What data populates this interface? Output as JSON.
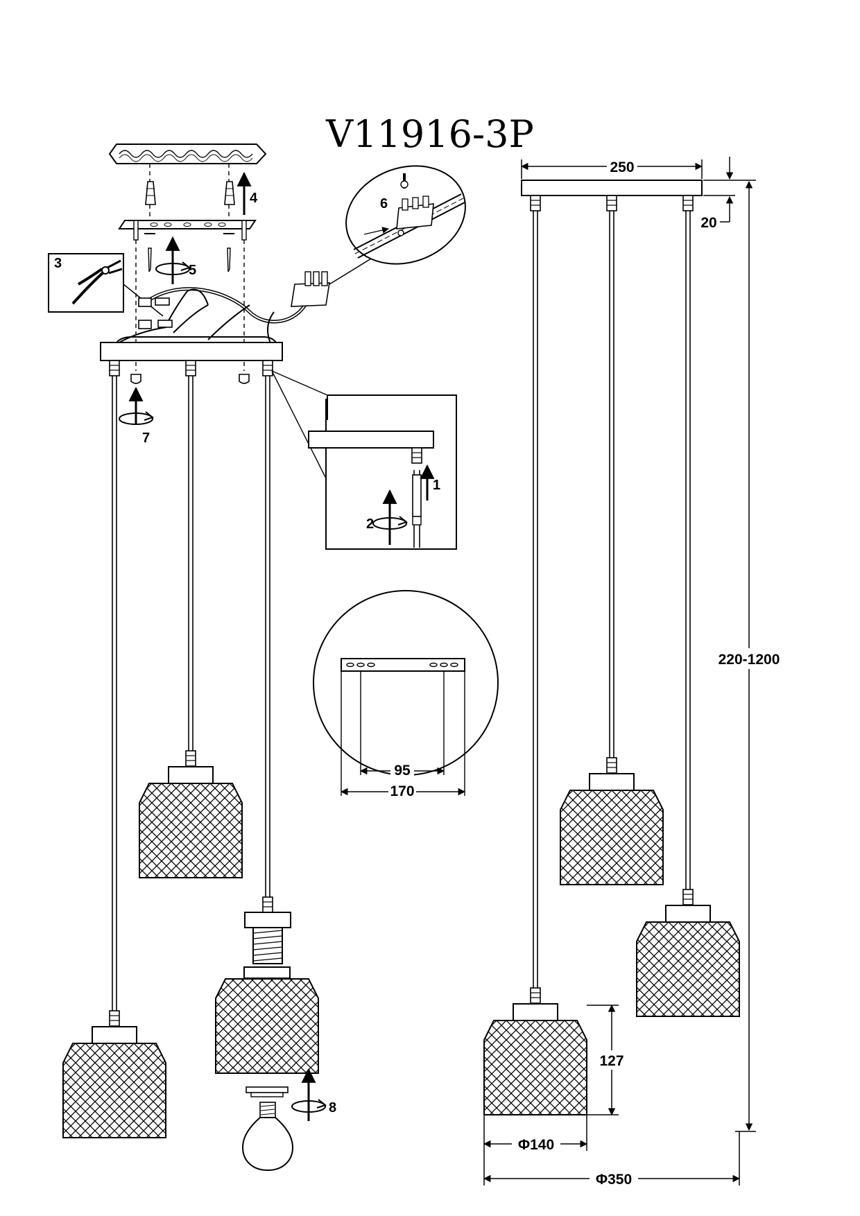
{
  "title": "V11916-3P",
  "steps": {
    "s1": "1",
    "s2": "2",
    "s3": "3",
    "s4": "4",
    "s5": "5",
    "s6": "6",
    "s7": "7",
    "s8": "8"
  },
  "dimensions": {
    "canopy_width": "250",
    "canopy_height": "20",
    "drop_range": "220-1200",
    "bracket_hole_spacing": "95",
    "bracket_length": "170",
    "shade_height": "127",
    "shade_diameter": "Φ140",
    "overall_diameter": "Φ350"
  },
  "colors": {
    "line": "#000000",
    "background": "#ffffff"
  }
}
